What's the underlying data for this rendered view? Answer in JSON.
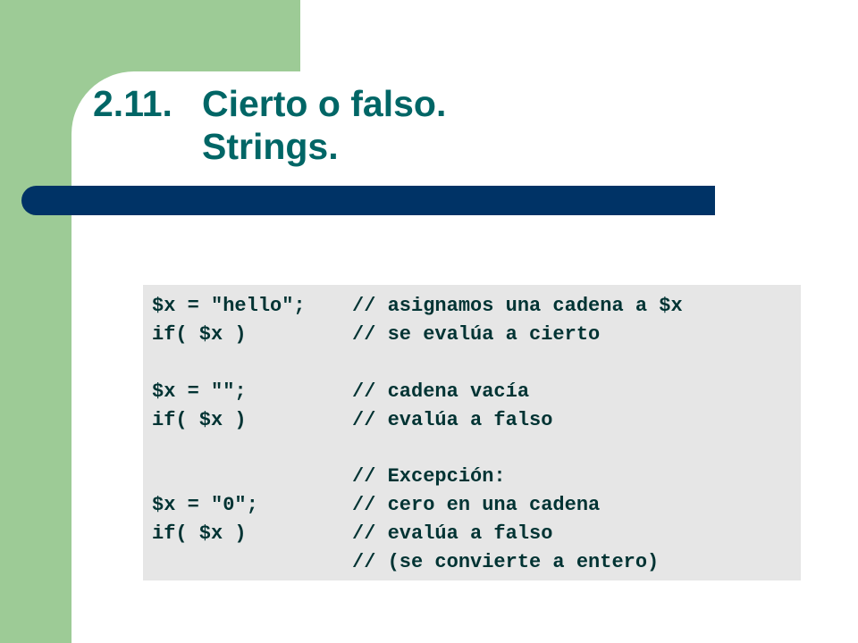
{
  "slide": {
    "title_number": "2.11.",
    "title_line1": "Cierto o falso.",
    "title_line2": "Strings.",
    "colors": {
      "green_band": "#9dcb96",
      "title_bar": "#003366",
      "title_text": "#006666",
      "code_background": "#e6e6e6",
      "code_text": "#003333"
    },
    "code_lines": [
      {
        "code": "$x = \"hello\";",
        "comment": "// asignamos una cadena a $x"
      },
      {
        "code": "if( $x )",
        "comment": "// se evalúa a cierto"
      },
      {
        "code": "",
        "comment": ""
      },
      {
        "code": "$x = \"\";",
        "comment": "// cadena vacía"
      },
      {
        "code": "if( $x )",
        "comment": "// evalúa a falso"
      },
      {
        "code": "",
        "comment": ""
      },
      {
        "code": "",
        "comment": "// Excepción:"
      },
      {
        "code": "$x = \"0\";",
        "comment": "// cero en una cadena"
      },
      {
        "code": "if( $x )",
        "comment": "// evalúa a falso"
      },
      {
        "code": "",
        "comment": "// (se convierte a entero)"
      }
    ]
  }
}
